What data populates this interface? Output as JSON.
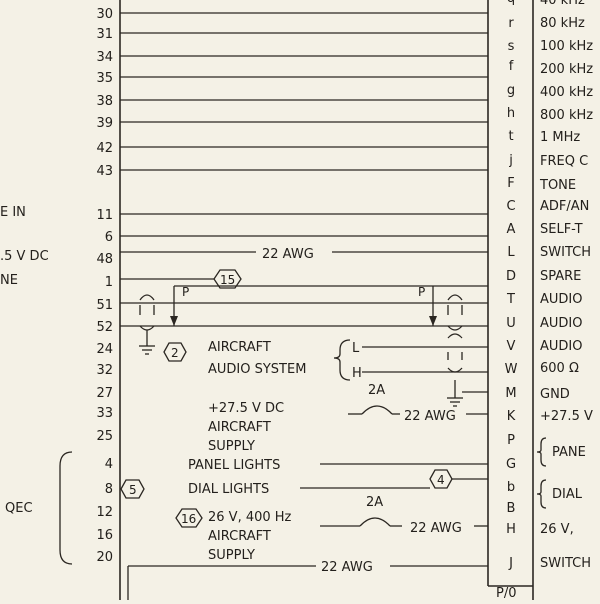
{
  "left_pins": [
    "30",
    "31",
    "34",
    "35",
    "38",
    "39",
    "42",
    "43",
    "11",
    "6",
    "48",
    "1",
    "51",
    "52",
    "24",
    "32",
    "27",
    "33",
    "25",
    "4",
    "8",
    "12",
    "16",
    "20"
  ],
  "right_letters": [
    "q",
    "r",
    "s",
    "f",
    "g",
    "h",
    "t",
    "j",
    "F",
    "C",
    "A",
    "L",
    "D",
    "T",
    "U",
    "V",
    "W",
    "M",
    "K",
    "P",
    "G",
    "b",
    "B",
    "H",
    "J"
  ],
  "right_signals": [
    "40 kHz",
    "80 kHz",
    "100 kHz",
    "200 kHz",
    "400 kHz",
    "800 kHz",
    "1 MHz",
    "FREQ C",
    "TONE",
    "ADF/AN",
    "SELF-T",
    "SWITCH",
    "SPARE",
    "AUDIO",
    "AUDIO",
    "AUDIO",
    "600 Ω",
    "GND",
    "+27.5 V",
    "",
    "",
    "",
    "26 V,",
    "SWITCH"
  ],
  "side_labels": {
    "partial_1": "E IN",
    "partial_2": ".5 V DC",
    "partial_3": "NE",
    "qec": "QEC"
  },
  "brace_labels": {
    "panel": "PANE",
    "dial": "DIAL"
  },
  "wires": {
    "gauge": "22 AWG",
    "callout_15": "15",
    "callout_2": "2",
    "callout_5": "5",
    "callout_4": "4",
    "callout_16": "16",
    "shield_label": "P"
  },
  "labels": {
    "aircraft_audio_1": "AIRCRAFT",
    "aircraft_audio_2": "AUDIO SYSTEM",
    "audio_L": "L",
    "audio_H": "H",
    "supply_dc_1": "+27.5 V DC",
    "supply_dc_2": "AIRCRAFT",
    "supply_dc_3": "SUPPLY",
    "panel_lights": "PANEL LIGHTS",
    "dial_lights": "DIAL LIGHTS",
    "ac_1": "26 V, 400 Hz",
    "ac_2": "AIRCRAFT",
    "ac_3": "SUPPLY",
    "fuse": "2A",
    "connector": "P/0"
  }
}
